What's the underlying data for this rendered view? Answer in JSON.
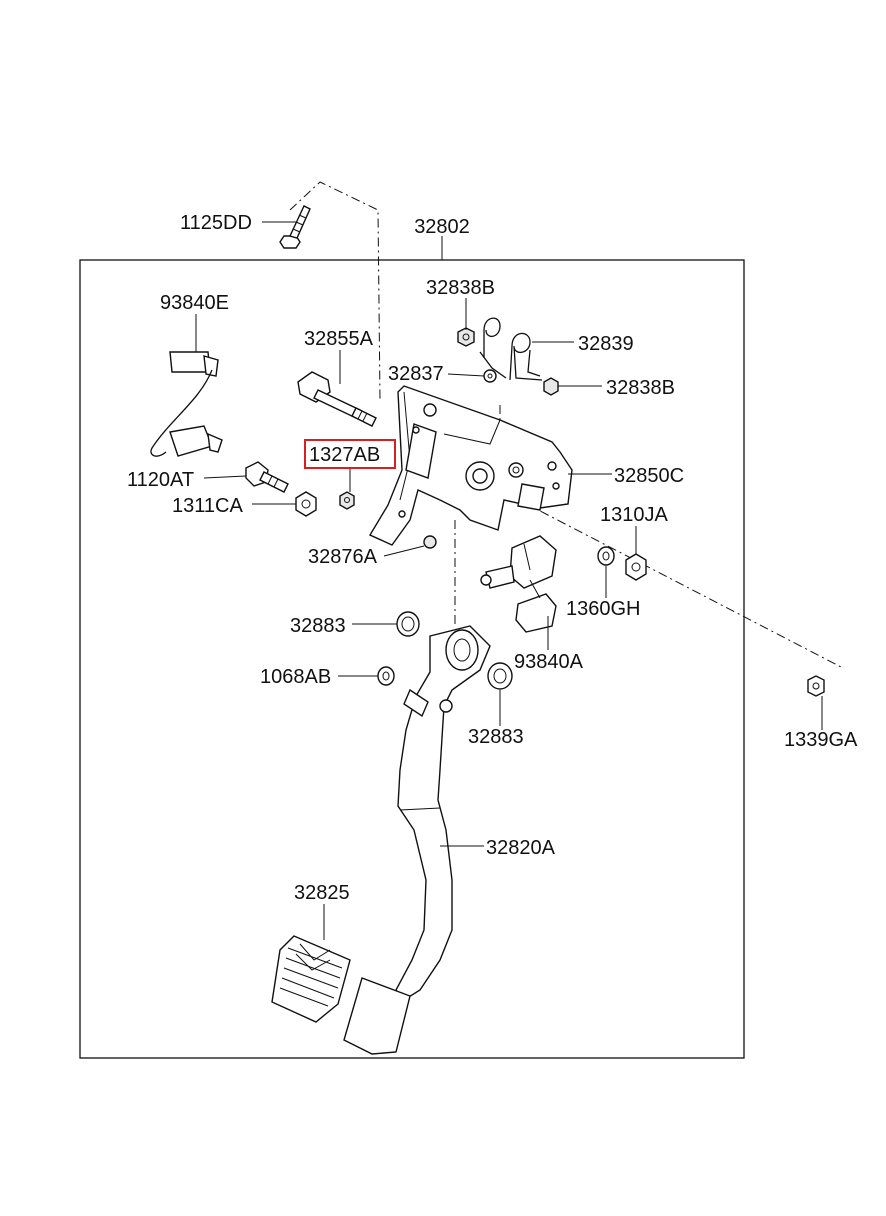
{
  "diagram": {
    "assembly_label": "32802",
    "highlight_color": "#d42020",
    "highlighted_part": "1327AB",
    "callouts": {
      "c1125DD": "1125DD",
      "c93840E": "93840E",
      "c32855A": "32855A",
      "c32838B_top": "32838B",
      "c32839": "32839",
      "c32837": "32837",
      "c32838B_right": "32838B",
      "c1327AB": "1327AB",
      "c32850C": "32850C",
      "c1120AT": "1120AT",
      "c1311CA": "1311CA",
      "c1310JA": "1310JA",
      "c32876A": "32876A",
      "c1360GH": "1360GH",
      "c32883_left": "32883",
      "c93840A": "93840A",
      "c1068AB": "1068AB",
      "c1339GA": "1339GA",
      "c32883_bottom": "32883",
      "c32820A": "32820A",
      "c32825": "32825"
    }
  }
}
